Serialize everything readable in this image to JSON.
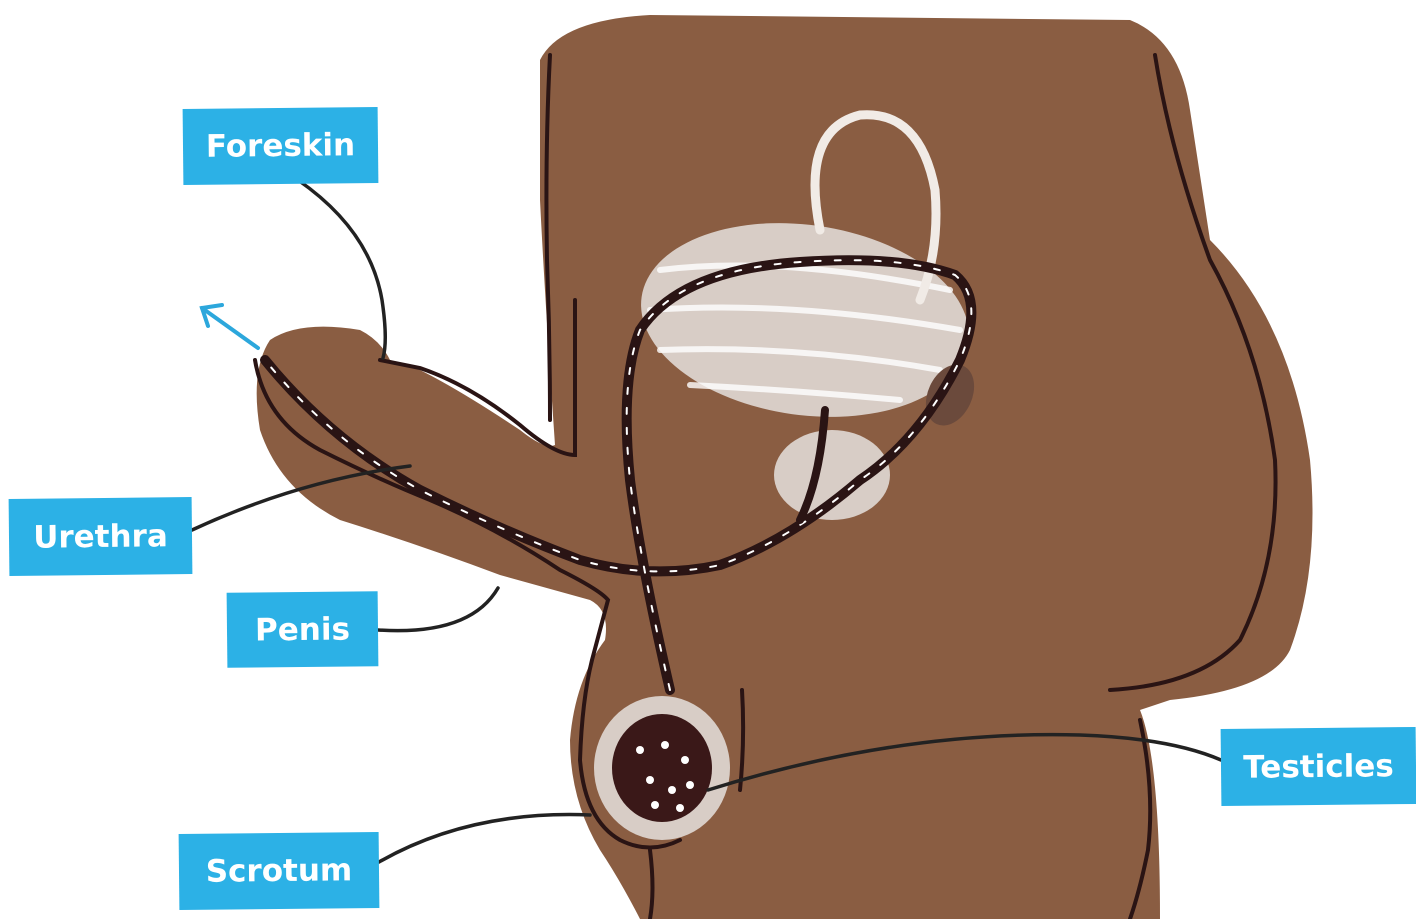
{
  "colors": {
    "label_bg": "#2cb1e6",
    "label_text": "#ffffff",
    "body_fill": "#8a5d42",
    "outline": "#2a1414",
    "organ_fill": "#d8cdc6",
    "leader_line": "#222222",
    "arrow": "#2ca7dc"
  },
  "labels": {
    "foreskin": "Foreskin",
    "urethra": "Urethra",
    "penis": "Penis",
    "testicles": "Testicles",
    "scrotum": "Scrotum"
  }
}
